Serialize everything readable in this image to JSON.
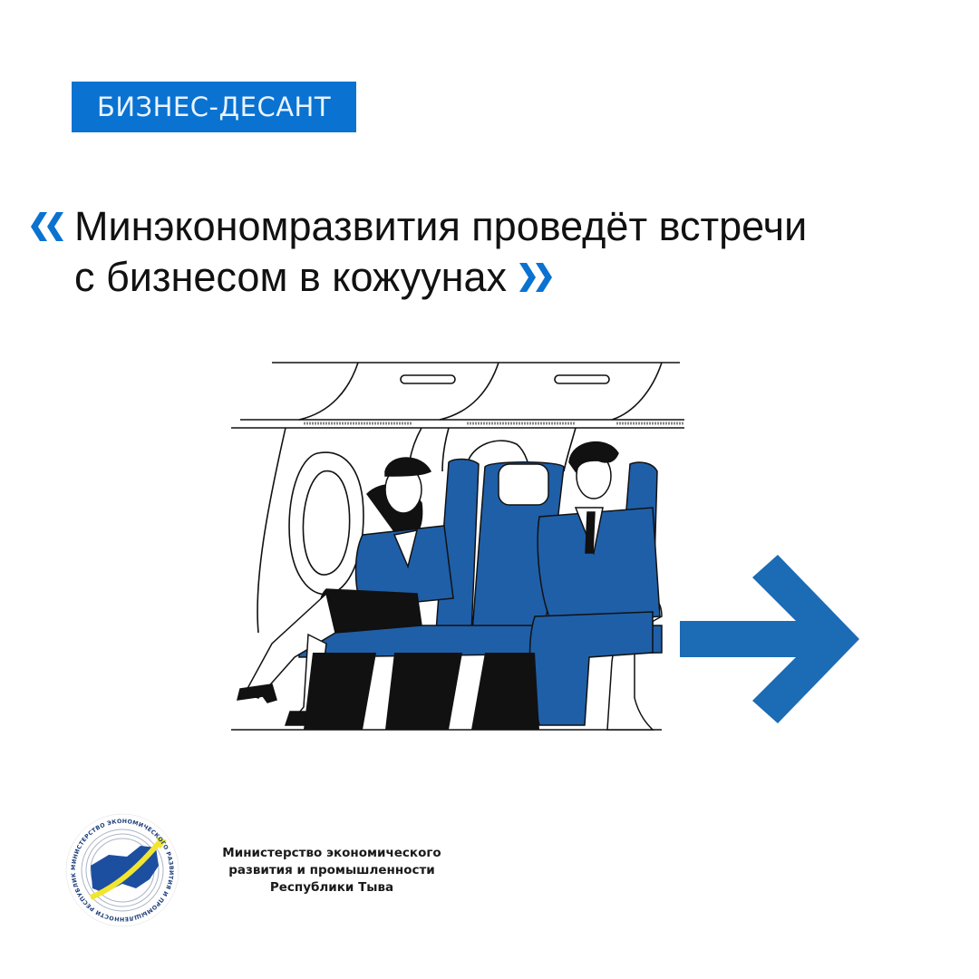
{
  "tag": {
    "label": "БИЗНЕС-ДЕСАНТ"
  },
  "headline": {
    "line1": "Минэкономразвития проведёт встречи",
    "line2": "с бизнесом в кожуунах",
    "open_quote_icon": "double-chevron-left-icon",
    "close_quote_icon": "double-chevron-right-icon"
  },
  "illustration": {
    "description": "Two business people in blue suits seated in airplane seats",
    "icon": "airplane-cabin-passengers-illustration"
  },
  "next_arrow": {
    "icon": "arrow-right-icon"
  },
  "footer": {
    "logo_ring_text": "МИНИСТЕРСТВО ЭКОНОМИЧЕСКОГО РАЗВИТИЯ И ПРОМЫШЛЕННОСТИ РЕСПУБЛИКИ ТЫВА",
    "org_line1": "Министерство экономического",
    "org_line2": "развития и промышленности",
    "org_line3": "Республики Тыва"
  },
  "colors": {
    "accent": "#0a72d1",
    "illustration_blue": "#1f5fa8",
    "arrow_blue": "#1b6bb5",
    "logo_yellow": "#f2e530",
    "text": "#111111"
  }
}
